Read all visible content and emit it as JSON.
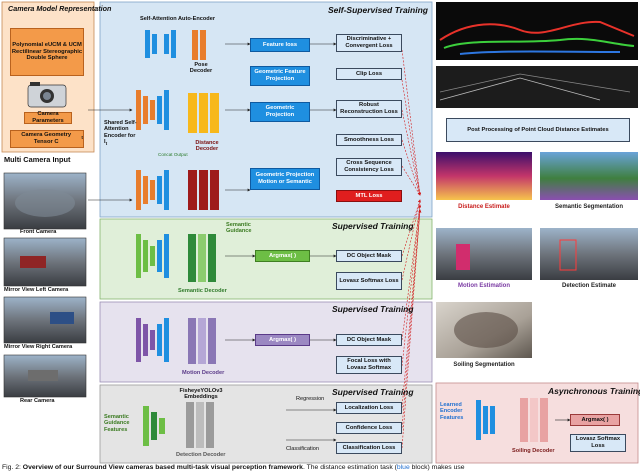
{
  "camera_model": {
    "title": "Camera Model Representation",
    "models_text": "Polynomial eUCM & UCM Rectilinear Stereographic Double Sphere",
    "params_label": "Camera Parameters",
    "tensor_label": "Camera Geometry Tensor C",
    "tensor_sub": "t"
  },
  "multi_camera": {
    "title": "Multi Camera Input",
    "cameras": [
      "Front Camera",
      "Mirror View Left Camera",
      "Mirror View Right Camera",
      "Rear Camera"
    ]
  },
  "self_supervised": {
    "title": "Self-Supervised Training",
    "autoencoder_label": "Self-Attention Auto-Encoder",
    "pose_decoder": "Pose Decoder",
    "shared_encoder": "Shared Self-Attention Encoder for I",
    "shared_sub": "t",
    "distance_decoder": "Distance Decoder",
    "concat_label": "Concat Output",
    "feature_loss": "Feature loss",
    "geom_feat_proj": "Geometric Feature Projection",
    "geom_proj": "Geometric Projection",
    "geom_proj_motion": "Geometric Projection Motion or Semantic",
    "disc_loss": "Discriminative + Convergent Loss",
    "clip_loss": "Clip Loss",
    "robust_loss": "Robust Reconstruction Loss",
    "smooth_loss": "Smoothness Loss",
    "cross_seq_loss": "Cross Sequence Consistency Loss",
    "mtl_loss": "MTL Loss"
  },
  "supervised_semantic": {
    "title": "Supervised Training",
    "guidance": "Semantic Guidance",
    "decoder": "Semantic Decoder",
    "argmax": "Argmax( )",
    "dc_mask": "DC Object Mask",
    "lovasz": "Lovasz Softmax Loss"
  },
  "supervised_motion": {
    "title": "Supervised Training",
    "decoder": "Motion Decoder",
    "argmax": "Argmax( )",
    "dc_mask": "DC Object Mask",
    "focal": "Focal Loss with Lovasz Softmax"
  },
  "supervised_detection": {
    "title": "Supervised Training",
    "embeddings": "FisheyeYOLOv3 Embeddings",
    "guidance": "Semantic Guidance Features",
    "decoder": "Detection Decoder",
    "regression": "Regression",
    "classification": "Classification",
    "loc_loss": "Localization Loss",
    "conf_loss": "Confidence Loss",
    "cls_loss": "Classification Loss"
  },
  "async_training": {
    "title": "Asynchronous Training",
    "learned_features": "Learned Encoder Features",
    "decoder": "Soiling Decoder",
    "argmax": "Argmax( )",
    "lovasz": "Lovasz Softmax Loss"
  },
  "outputs": {
    "post_processing": "Post Processing of Point Cloud Distance Estimates",
    "distance": "Distance Estimate",
    "semantic": "Semantic Segmentation",
    "motion": "Motion Estimation",
    "detection": "Detection Estimate",
    "soiling": "Soiling Segmentation"
  },
  "caption": {
    "prefix": "Fig. 2: ",
    "bold": "Overview of our Surround View cameras based multi-task visual perception framework",
    "rest_a": ". The distance estimation task (",
    "blue_word": "blue",
    "rest_b": " block) makes use"
  },
  "colors": {
    "panel_blue": "#d6e6f4",
    "panel_green": "#e0efd9",
    "panel_purple": "#e6e2ee",
    "panel_gray": "#e4e4e4",
    "panel_red": "#f6dede",
    "panel_orange": "#fde2c8",
    "accent_blue": "#1f8fe0",
    "accent_green": "#6dbe45",
    "loss_red": "#e01e1e"
  }
}
